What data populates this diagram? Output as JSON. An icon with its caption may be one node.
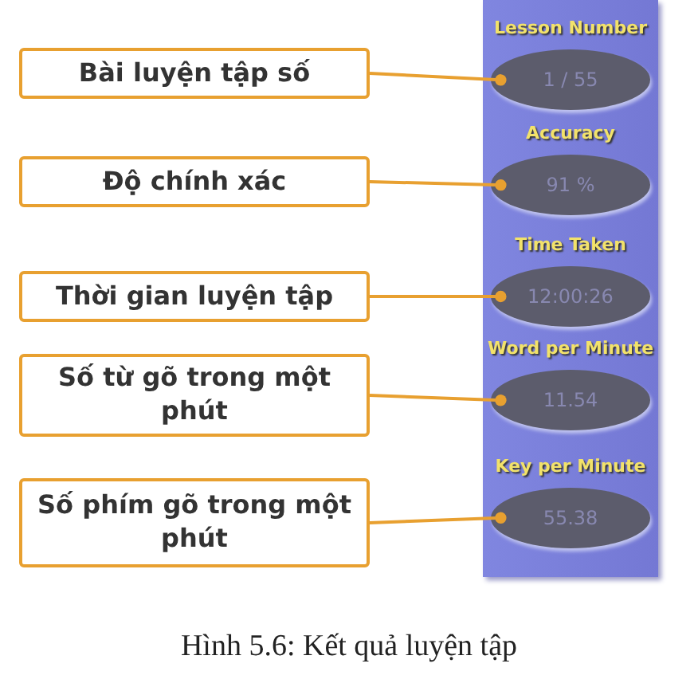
{
  "diagram": {
    "caption": "Hình 5.6: Kết quả luyện tập",
    "nodes": [
      {
        "text": [
          "Bài luyện tập số"
        ]
      },
      {
        "text": [
          "Độ chính xác"
        ]
      },
      {
        "text": [
          "Thời gian luyện tập"
        ]
      },
      {
        "text": [
          "Số từ gõ trong một phút"
        ]
      },
      {
        "text": [
          "Số phím gõ trong một phút"
        ]
      },
      {
        "text": [],
        "shape": "box"
      },
      {
        "text": [
          "Lesson Number",
          "1 / 55"
        ],
        "in": 5
      },
      {
        "text": [
          "Accuracy",
          "91 %"
        ],
        "in": 5
      },
      {
        "text": [
          "Time Taken",
          "12:00:26"
        ],
        "in": 5
      },
      {
        "text": [
          "Word per Minute",
          "11.54"
        ],
        "in": 5
      },
      {
        "text": [
          "Key per Minute",
          "55.38"
        ],
        "in": 5
      }
    ],
    "edges": [
      {
        "from": 0,
        "to": 6,
        "arrow": "other"
      },
      {
        "from": 1,
        "to": 7,
        "arrow": "other"
      },
      {
        "from": 2,
        "to": 8,
        "arrow": "other"
      },
      {
        "from": 3,
        "to": 9,
        "arrow": "other"
      },
      {
        "from": 4,
        "to": 10,
        "arrow": "other"
      }
    ]
  }
}
